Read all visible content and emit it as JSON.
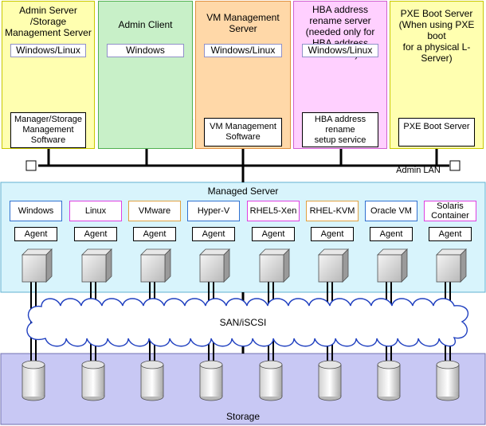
{
  "top_servers": [
    {
      "title": "Admin Server\n/Storage\nManagement Server",
      "os": "Windows/Linux",
      "software": "Manager/Storage\nManagement\nSoftware",
      "bg": "#ffffb0",
      "border": "#c8c800"
    },
    {
      "title": "Admin Client",
      "os": "Windows",
      "software": "",
      "bg": "#c8f0c8",
      "border": "#50b050"
    },
    {
      "title": "VM Management\nServer",
      "os": "Windows/Linux",
      "software": "VM Management\nSoftware",
      "bg": "#ffd8a8",
      "border": "#e09040"
    },
    {
      "title": "HBA address\nrename server\n(needed only for\nHBA address rename)",
      "os": "Windows/Linux",
      "software": "HBA address\nrename\nsetup service",
      "bg": "#ffd0ff",
      "border": "#d060d0"
    },
    {
      "title": "PXE Boot Server\n(When using PXE boot\nfor a physical L-Server)",
      "os": "",
      "software": "PXE Boot Server",
      "bg": "#ffffb0",
      "border": "#c8c800"
    }
  ],
  "admin_lan_label": "Admin LAN",
  "managed_server": {
    "title": "Managed Server",
    "bg": "#d8f4fc",
    "border": "#60b0d0",
    "agent_label": "Agent",
    "servers": [
      {
        "os": "Windows",
        "color": "#3070d0"
      },
      {
        "os": "Linux",
        "color": "#e040e0"
      },
      {
        "os": "VMware",
        "color": "#e0a040"
      },
      {
        "os": "Hyper-V",
        "color": "#3070d0"
      },
      {
        "os": "RHEL5-Xen",
        "color": "#e040e0"
      },
      {
        "os": "RHEL-KVM",
        "color": "#e0a040"
      },
      {
        "os": "Oracle VM",
        "color": "#3070d0"
      },
      {
        "os": "Solaris\nContainer",
        "color": "#e040e0"
      }
    ]
  },
  "san_label": "SAN/iSCSI",
  "storage": {
    "label": "Storage",
    "bg": "#c8c8f4",
    "border": "#7070b0",
    "disk_count": 8
  }
}
